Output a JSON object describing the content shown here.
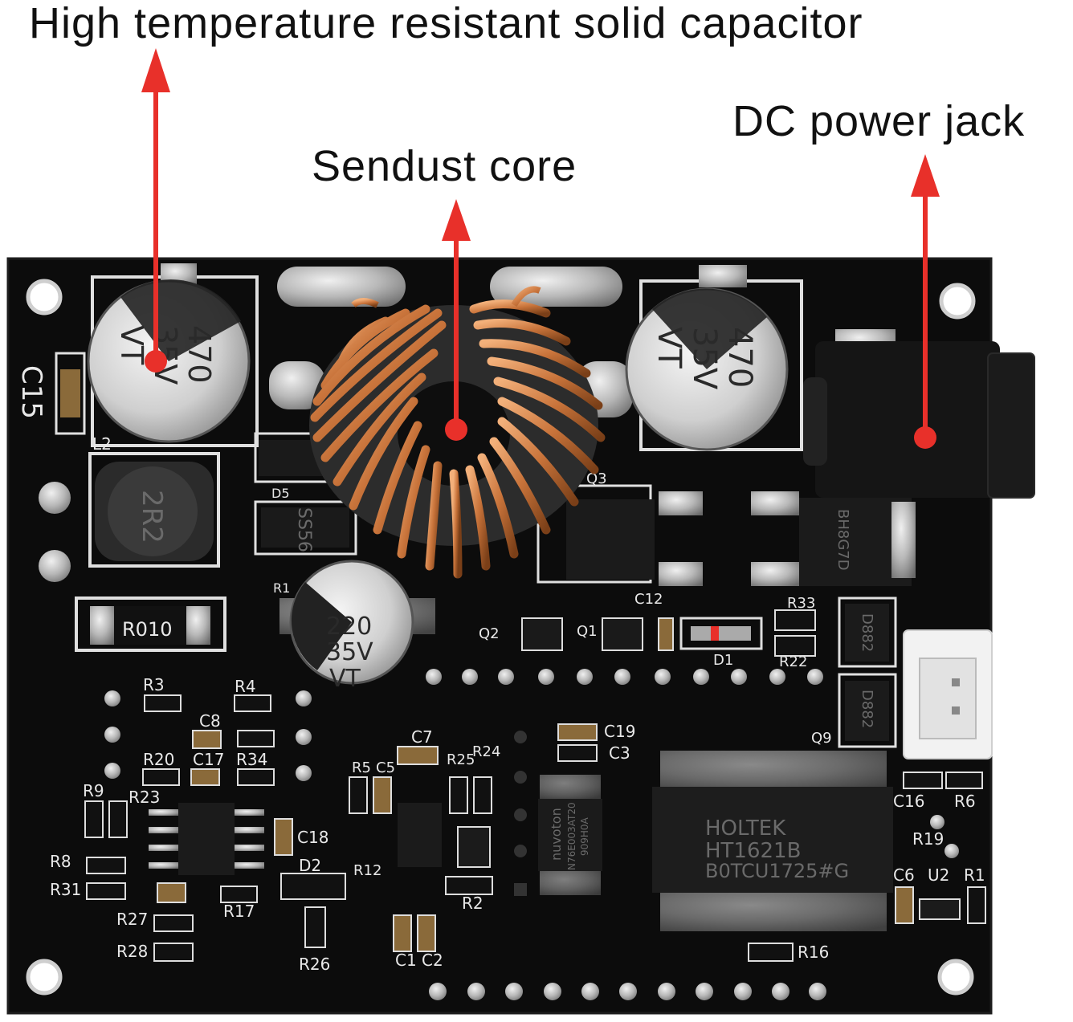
{
  "callouts": {
    "capacitor": "High temperature resistant solid capacitor",
    "core": "Sendust core",
    "jack": "DC power jack"
  },
  "colors": {
    "arrow": "#e8302a",
    "board": "#0c0c0c",
    "copper": "#c8733a",
    "silk": "#e8e8e8"
  },
  "components": {
    "cap_left": {
      "value": "470",
      "voltage": "35V",
      "series": "VT"
    },
    "cap_right": {
      "value": "470",
      "voltage": "35V",
      "series": "VT"
    },
    "cap_small": {
      "value": "220",
      "voltage": "35V",
      "series": "VT"
    },
    "inductor": "2R2",
    "shunt": "R010",
    "diode_d5": "SS56",
    "ic_holtek": {
      "brand": "HOLTEK",
      "part": "HT1621B",
      "code": "B0TCU1725#G"
    },
    "ic_nuvoton": {
      "brand": "nuvoton",
      "code": "N76E003AT20",
      "lot": "909H0A"
    },
    "d882_a": "D882",
    "d882_b": "D882",
    "mosfet_right": "BH8G7D"
  },
  "silkscreen": {
    "c15": "C15",
    "l2": "L2",
    "d5": "D5",
    "q3": "Q3",
    "r1": "R1",
    "c12": "C12",
    "r33": "R33",
    "q2": "Q2",
    "q1": "Q1",
    "d1": "D1",
    "r22": "R22",
    "r3": "R3",
    "r4": "R4",
    "c8": "C8",
    "r20": "R20",
    "c17": "C17",
    "r34": "R34",
    "r9": "R9",
    "r23": "R23",
    "r8": "R8",
    "r31": "R31",
    "r27": "R27",
    "r28": "R28",
    "r17": "R17",
    "c18": "C18",
    "d2": "D2",
    "r26": "R26",
    "c7": "C7",
    "r5": "R5",
    "c5": "C5",
    "r25": "R25",
    "r24": "R24",
    "r12": "R12",
    "r2": "R2",
    "c19": "C19",
    "c3": "C3",
    "c1": "C1",
    "c2": "C2",
    "q9": "Q9",
    "c16": "C16",
    "r6": "R6",
    "r19": "R19",
    "c6": "C6",
    "u2": "U2",
    "r1b": "R1",
    "r16": "R16"
  }
}
